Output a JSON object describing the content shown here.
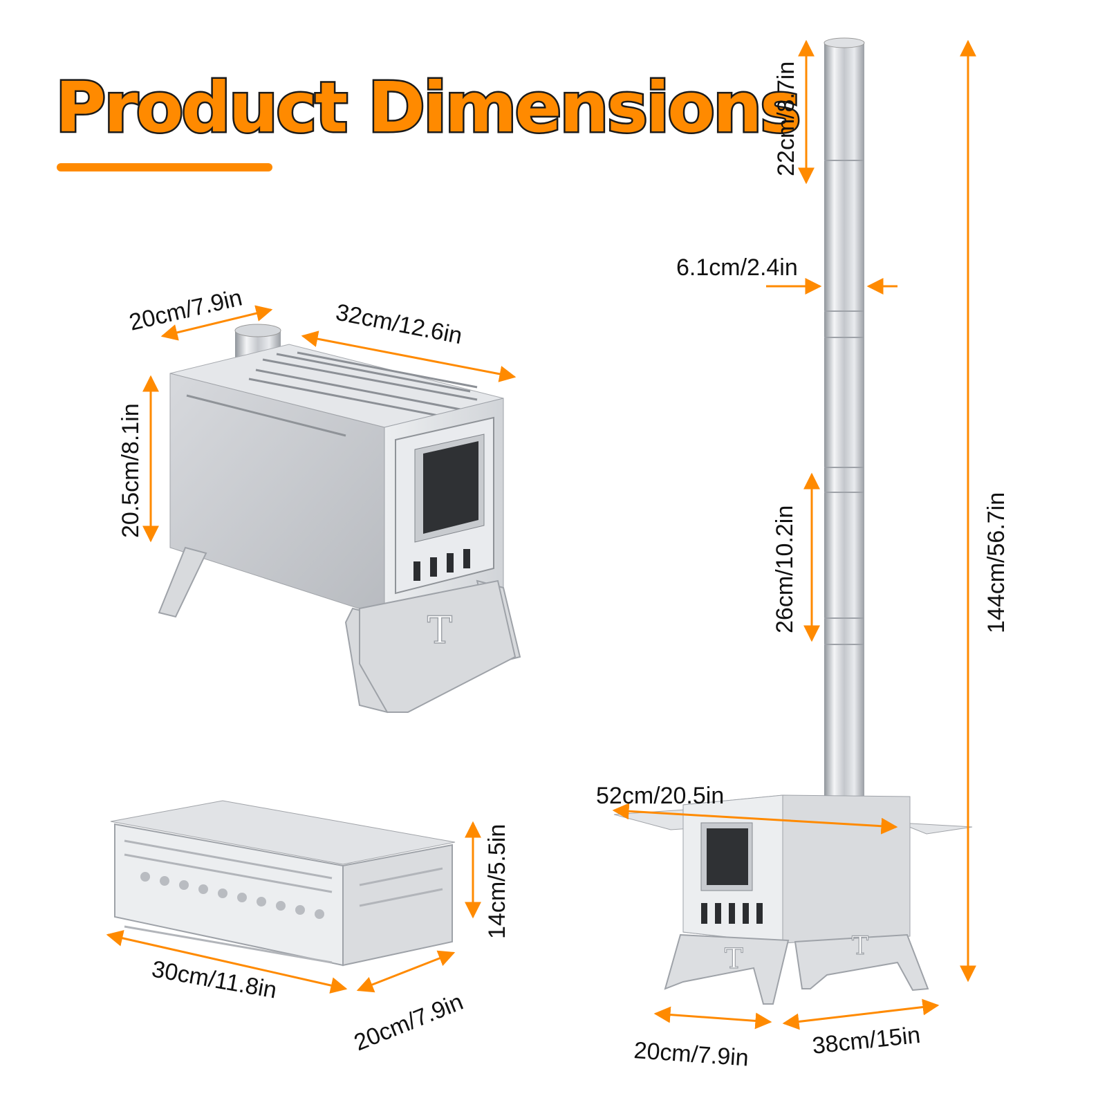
{
  "title": "Product Dimensions",
  "colors": {
    "accent": "#ff8a00",
    "metal_light": "#e4e6e9",
    "metal_mid": "#c9ccd1",
    "metal_dark": "#9ea2a8",
    "window": "#2f3134"
  },
  "stove_dims": {
    "depth": "20cm/7.9in",
    "length": "32cm/12.6in",
    "height": "20.5cm/8.1in"
  },
  "firebox_dims": {
    "height": "14cm/5.5in",
    "length": "30cm/11.8in",
    "width": "20cm/7.9in"
  },
  "pipe_dims": {
    "top_section": "22cm/8.7in",
    "diameter": "6.1cm/2.4in",
    "mid_section": "26cm/10.2in",
    "total_height": "144cm/56.7in"
  },
  "assembled_dims": {
    "shelf_width": "52cm/20.5in",
    "front_width": "20cm/7.9in",
    "side_depth": "38cm/15in"
  }
}
